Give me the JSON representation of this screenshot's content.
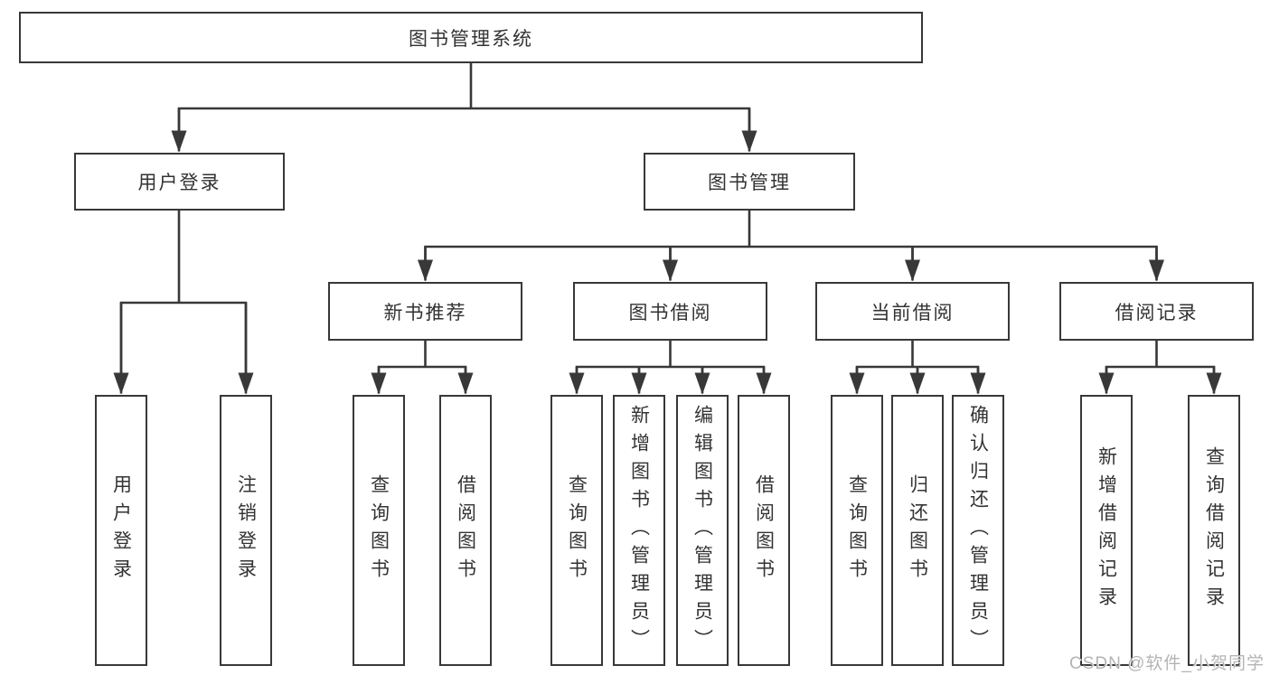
{
  "diagram": {
    "title": "图书管理系统",
    "user_login": {
      "label": "用户登录",
      "children": [
        "用户登录",
        "注销登录"
      ]
    },
    "book_management": {
      "label": "图书管理",
      "sections": [
        {
          "label": "新书推荐",
          "items": [
            "查询图书",
            "借阅图书"
          ]
        },
        {
          "label": "图书借阅",
          "items": [
            "查询图书",
            "新增图书（管理员）",
            "编辑图书（管理员）",
            "借阅图书"
          ]
        },
        {
          "label": "当前借阅",
          "items": [
            "查询图书",
            "归还图书",
            "确认归还（管理员）"
          ]
        },
        {
          "label": "借阅记录",
          "items": [
            "新增借阅记录",
            "查询借阅记录"
          ]
        }
      ]
    }
  },
  "watermark": "CSDN @软件_小贺同学",
  "colors": {
    "line": "#383838",
    "text": "#333333",
    "background": "#ffffff",
    "watermark": "#b4b4b4"
  }
}
